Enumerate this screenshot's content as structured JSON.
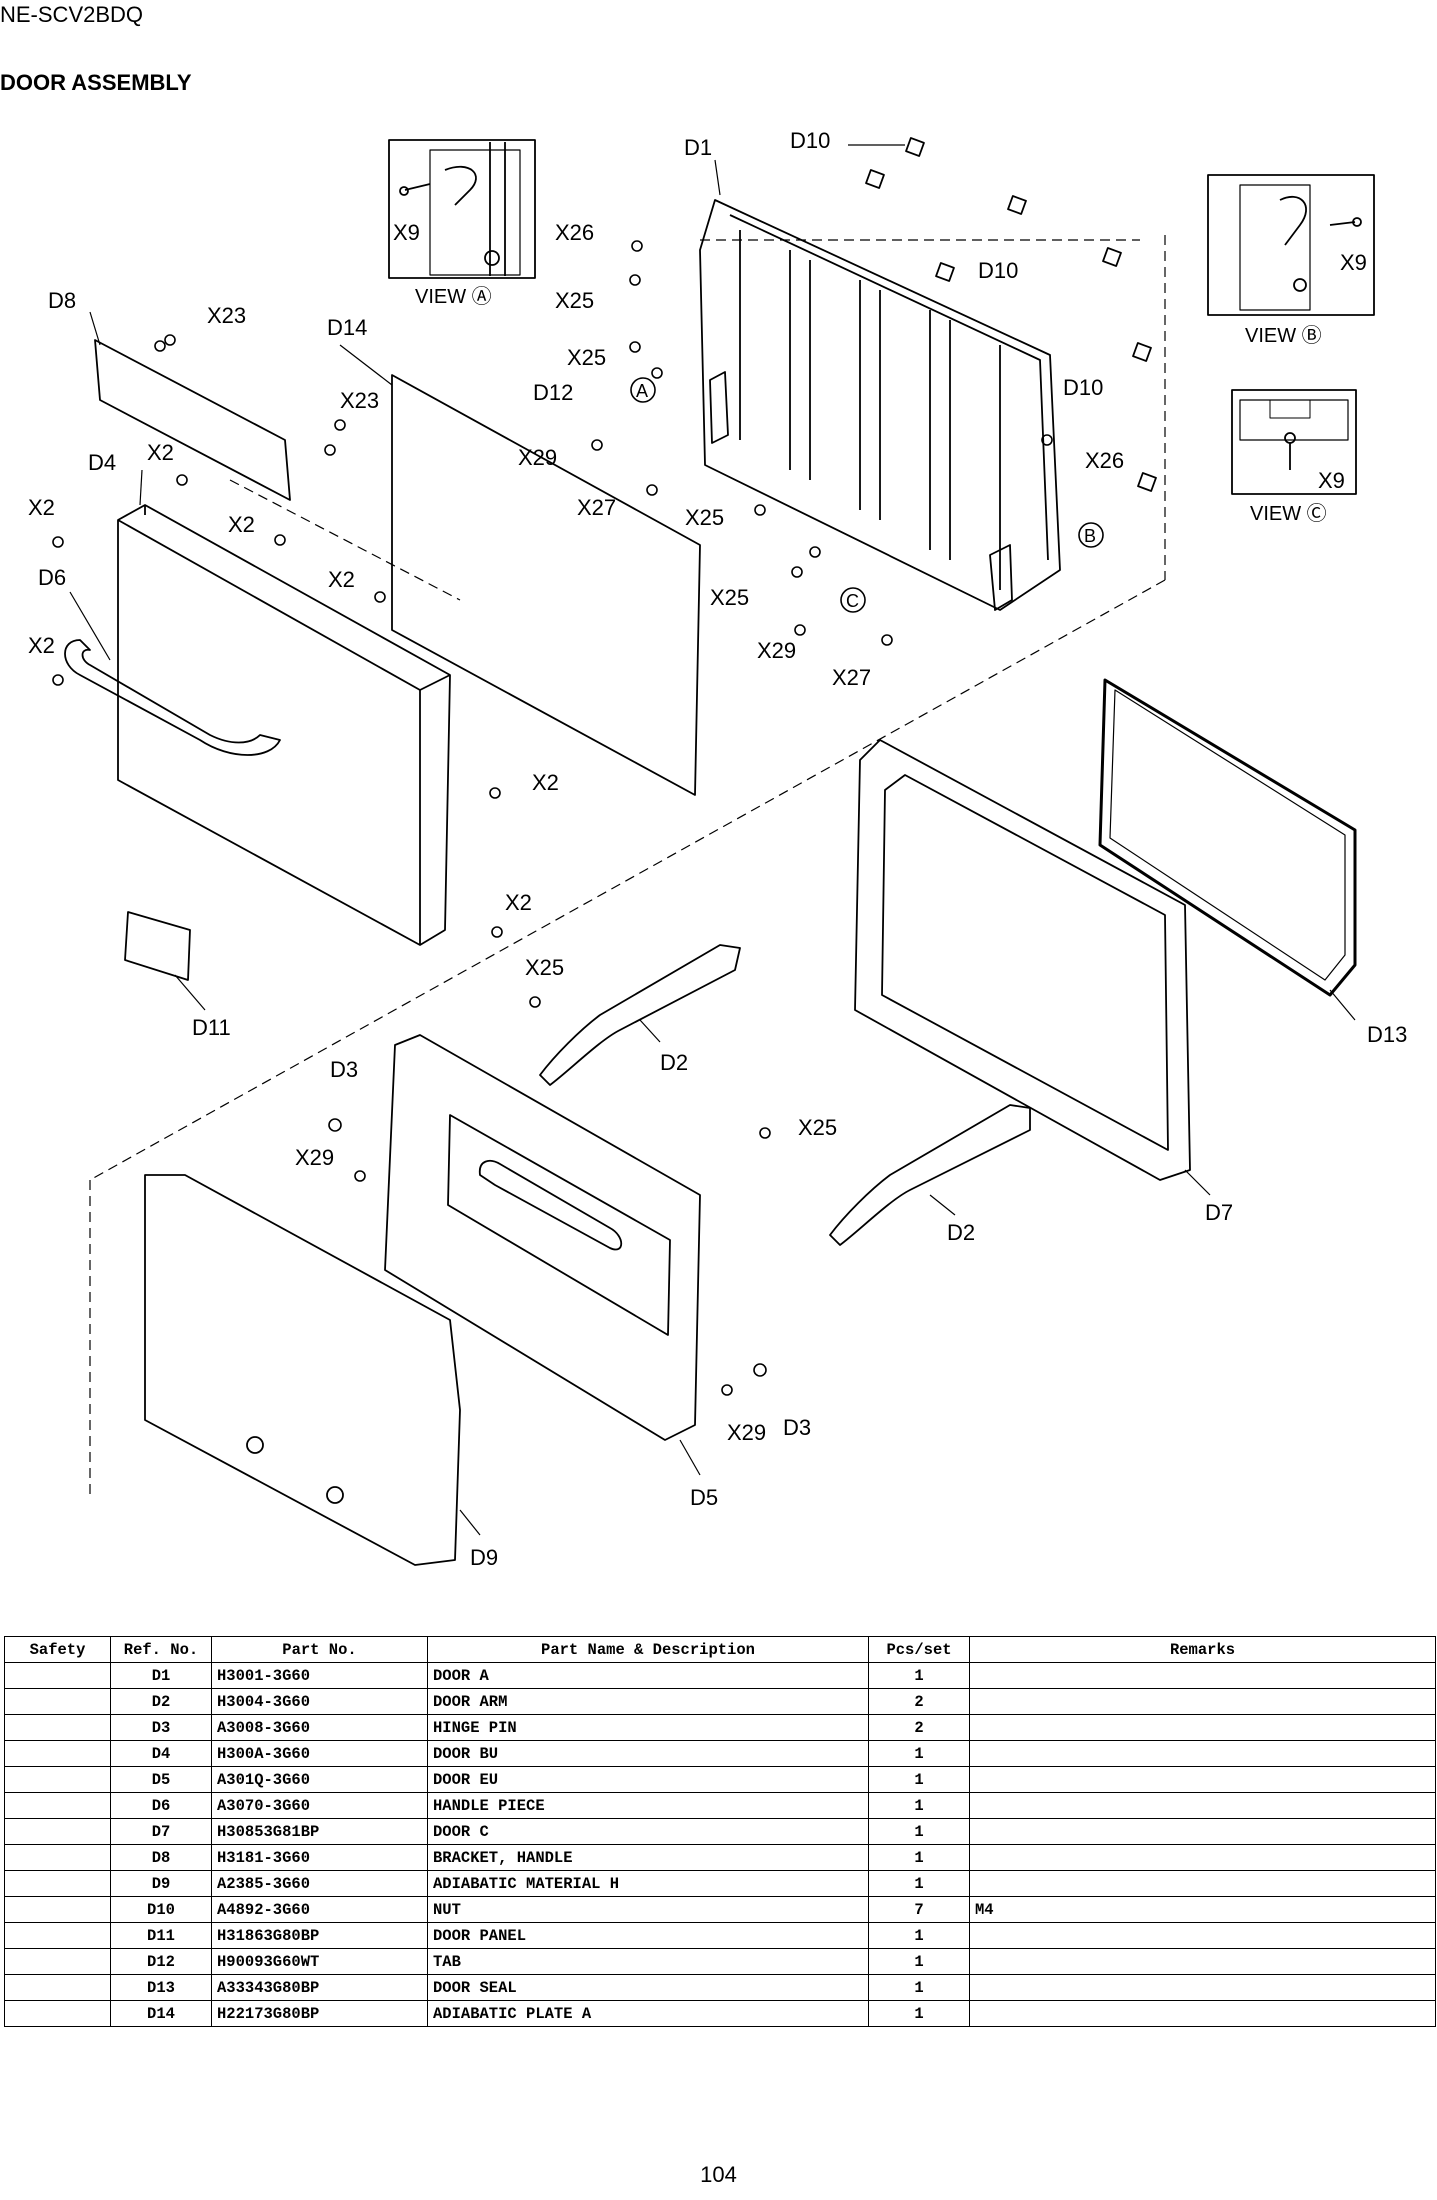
{
  "header": {
    "model": "NE-SCV2BDQ",
    "section_title": "DOOR ASSEMBLY"
  },
  "diagram": {
    "callouts": {
      "D1": "D1",
      "D2a": "D2",
      "D2b": "D2",
      "D3a": "D3",
      "D3b": "D3",
      "D4": "D4",
      "D5": "D5",
      "D6": "D6",
      "D7": "D7",
      "D8": "D8",
      "D9": "D9",
      "D10a": "D10",
      "D10b": "D10",
      "D10c": "D10",
      "D11": "D11",
      "D12": "D12",
      "D13": "D13",
      "D14": "D14",
      "X2a": "X2",
      "X2b": "X2",
      "X2c": "X2",
      "X2d": "X2",
      "X2e": "X2",
      "X2f": "X2",
      "X2g": "X2",
      "X9a": "X9",
      "X9b": "X9",
      "X9c": "X9",
      "X23a": "X23",
      "X23b": "X23",
      "X25a": "X25",
      "X25b": "X25",
      "X25c": "X25",
      "X25d": "X25",
      "X25e": "X25",
      "X25f": "X25",
      "X26a": "X26",
      "X26b": "X26",
      "X27a": "X27",
      "X27b": "X27",
      "X29a": "X29",
      "X29b": "X29",
      "X29c": "X29",
      "X29d": "X29"
    },
    "view_labels": {
      "a": "VIEW Ⓐ",
      "b": "VIEW Ⓑ",
      "c": "VIEW Ⓒ"
    },
    "markers": {
      "a": "A",
      "b": "B",
      "c": "C"
    }
  },
  "table": {
    "headers": [
      "Safety",
      "Ref. No.",
      "Part No.",
      "Part Name & Description",
      "Pcs/set",
      "Remarks"
    ],
    "rows": [
      {
        "safety": "",
        "ref": "D1",
        "part": "H3001-3G60",
        "name": "DOOR A",
        "pcs": "1",
        "remarks": ""
      },
      {
        "safety": "",
        "ref": "D2",
        "part": "H3004-3G60",
        "name": "DOOR ARM",
        "pcs": "2",
        "remarks": ""
      },
      {
        "safety": "",
        "ref": "D3",
        "part": "A3008-3G60",
        "name": "HINGE PIN",
        "pcs": "2",
        "remarks": ""
      },
      {
        "safety": "",
        "ref": "D4",
        "part": "H300A-3G60",
        "name": "DOOR BU",
        "pcs": "1",
        "remarks": ""
      },
      {
        "safety": "",
        "ref": "D5",
        "part": "A301Q-3G60",
        "name": "DOOR EU",
        "pcs": "1",
        "remarks": ""
      },
      {
        "safety": "",
        "ref": "D6",
        "part": "A3070-3G60",
        "name": "HANDLE PIECE",
        "pcs": "1",
        "remarks": ""
      },
      {
        "safety": "",
        "ref": "D7",
        "part": "H30853G81BP",
        "name": "DOOR C",
        "pcs": "1",
        "remarks": ""
      },
      {
        "safety": "",
        "ref": "D8",
        "part": "H3181-3G60",
        "name": "BRACKET, HANDLE",
        "pcs": "1",
        "remarks": ""
      },
      {
        "safety": "",
        "ref": "D9",
        "part": "A2385-3G60",
        "name": "ADIABATIC MATERIAL H",
        "pcs": "1",
        "remarks": ""
      },
      {
        "safety": "",
        "ref": "D10",
        "part": "A4892-3G60",
        "name": "NUT",
        "pcs": "7",
        "remarks": "M4"
      },
      {
        "safety": "",
        "ref": "D11",
        "part": "H31863G80BP",
        "name": "DOOR PANEL",
        "pcs": "1",
        "remarks": ""
      },
      {
        "safety": "",
        "ref": "D12",
        "part": "H90093G60WT",
        "name": "TAB",
        "pcs": "1",
        "remarks": ""
      },
      {
        "safety": "",
        "ref": "D13",
        "part": "A33343G80BP",
        "name": "DOOR SEAL",
        "pcs": "1",
        "remarks": ""
      },
      {
        "safety": "",
        "ref": "D14",
        "part": "H22173G80BP",
        "name": "ADIABATIC PLATE A",
        "pcs": "1",
        "remarks": ""
      }
    ]
  },
  "footer": {
    "page_number": "104"
  }
}
